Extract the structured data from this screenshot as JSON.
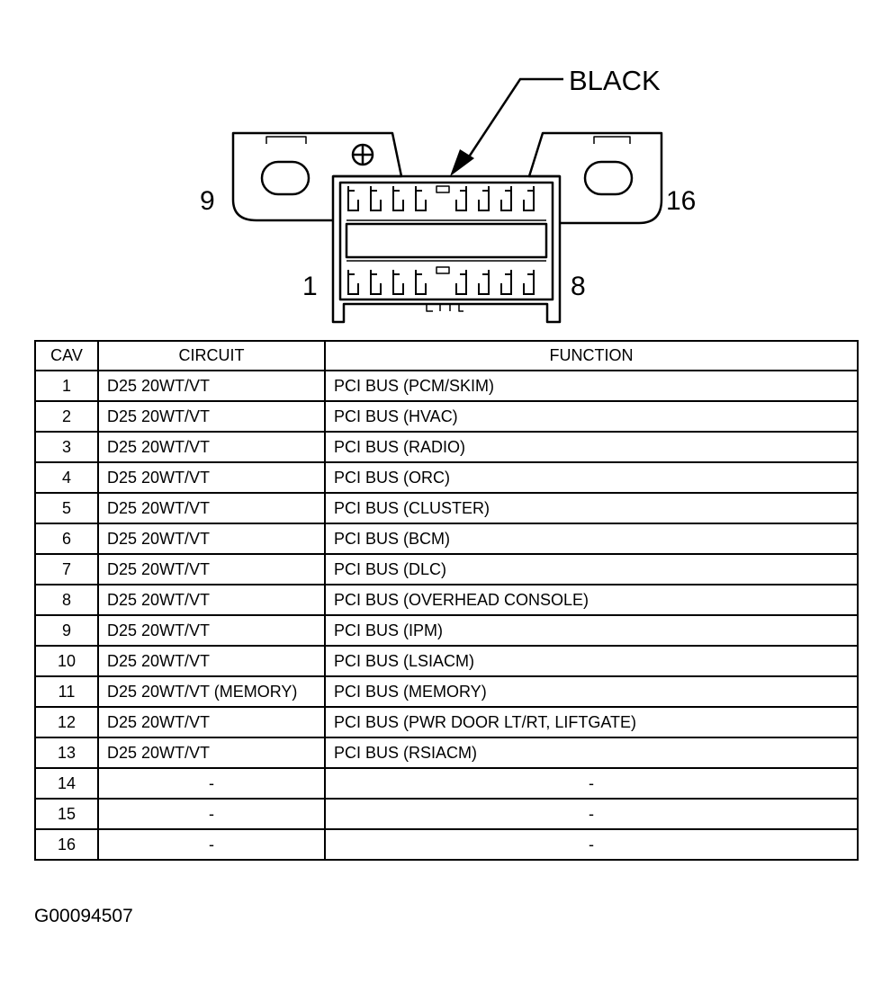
{
  "connector": {
    "color_label": "BLACK",
    "pin_labels": {
      "top_left": "9",
      "top_right": "16",
      "bottom_left": "1",
      "bottom_right": "8"
    }
  },
  "table": {
    "headers": {
      "cav": "CAV",
      "circuit": "CIRCUIT",
      "function": "FUNCTION"
    },
    "rows": [
      {
        "cav": "1",
        "circuit": "D25 20WT/VT",
        "function": "PCI BUS (PCM/SKIM)"
      },
      {
        "cav": "2",
        "circuit": "D25 20WT/VT",
        "function": "PCI BUS (HVAC)"
      },
      {
        "cav": "3",
        "circuit": "D25 20WT/VT",
        "function": "PCI BUS (RADIO)"
      },
      {
        "cav": "4",
        "circuit": "D25 20WT/VT",
        "function": "PCI BUS (ORC)"
      },
      {
        "cav": "5",
        "circuit": "D25 20WT/VT",
        "function": "PCI BUS (CLUSTER)"
      },
      {
        "cav": "6",
        "circuit": "D25 20WT/VT",
        "function": "PCI BUS (BCM)"
      },
      {
        "cav": "7",
        "circuit": "D25 20WT/VT",
        "function": "PCI BUS (DLC)"
      },
      {
        "cav": "8",
        "circuit": "D25 20WT/VT",
        "function": "PCI BUS (OVERHEAD CONSOLE)"
      },
      {
        "cav": "9",
        "circuit": "D25 20WT/VT",
        "function": "PCI BUS (IPM)"
      },
      {
        "cav": "10",
        "circuit": "D25 20WT/VT",
        "function": "PCI BUS (LSIACM)"
      },
      {
        "cav": "11",
        "circuit": "D25 20WT/VT (MEMORY)",
        "function": "PCI BUS (MEMORY)"
      },
      {
        "cav": "12",
        "circuit": "D25 20WT/VT",
        "function": "PCI BUS (PWR DOOR LT/RT, LIFTGATE)"
      },
      {
        "cav": "13",
        "circuit": "D25 20WT/VT",
        "function": "PCI BUS (RSIACM)"
      },
      {
        "cav": "14",
        "circuit": "-",
        "function": "-"
      },
      {
        "cav": "15",
        "circuit": "-",
        "function": "-"
      },
      {
        "cav": "16",
        "circuit": "-",
        "function": "-"
      }
    ]
  },
  "figure_id": "G00094507"
}
